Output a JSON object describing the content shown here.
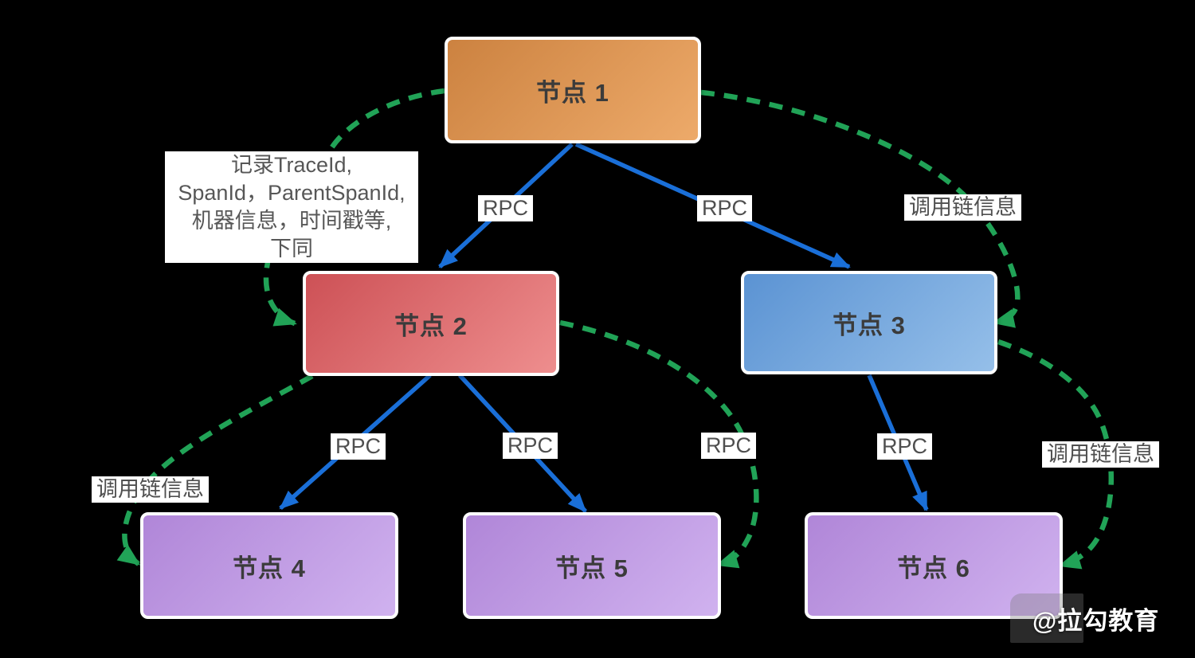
{
  "nodes": [
    {
      "label": "节点 1"
    },
    {
      "label": "节点 2"
    },
    {
      "label": "节点 3"
    },
    {
      "label": "节点 4"
    },
    {
      "label": "节点 5"
    },
    {
      "label": "节点 6"
    }
  ],
  "edge_labels": {
    "rpc": "RPC",
    "chain": "调用链信息"
  },
  "connections": {
    "rpc_arrows": [
      {
        "from": "节点 1",
        "to": "节点 2"
      },
      {
        "from": "节点 1",
        "to": "节点 3"
      },
      {
        "from": "节点 2",
        "to": "节点 4"
      },
      {
        "from": "节点 2",
        "to": "节点 5"
      },
      {
        "from": "节点 3",
        "to": "节点 6"
      }
    ],
    "chain_info_curves": [
      {
        "from": "节点 1",
        "to": "节点 2"
      },
      {
        "from": "节点 1",
        "to": "节点 3"
      },
      {
        "from": "节点 2",
        "to": "节点 4"
      },
      {
        "from": "节点 2",
        "to": "节点 5"
      },
      {
        "from": "节点 3",
        "to": "节点 6"
      }
    ]
  },
  "note": {
    "lines": [
      "记录TraceId,",
      "SpanId，ParentSpanId,",
      "机器信息，时间戳等,",
      "下同"
    ]
  },
  "watermark": {
    "text": "@拉勾教育"
  },
  "colors": {
    "background": "#000000",
    "rpc_arrow": "#1a6fd8",
    "chain_arrow": "#21a357",
    "node1_gradient_from": "#cc8240",
    "node1_gradient_to": "#edaa6a",
    "node2_gradient_from": "#cd5156",
    "node2_gradient_to": "#ee8e8e",
    "node3_gradient_from": "#5b93d3",
    "node3_gradient_to": "#95bfe9",
    "node456_gradient_from": "#b086d8",
    "node456_gradient_to": "#d0b2ef",
    "node_text": "#3b3b3b",
    "label_text": "#4f4f4f"
  }
}
